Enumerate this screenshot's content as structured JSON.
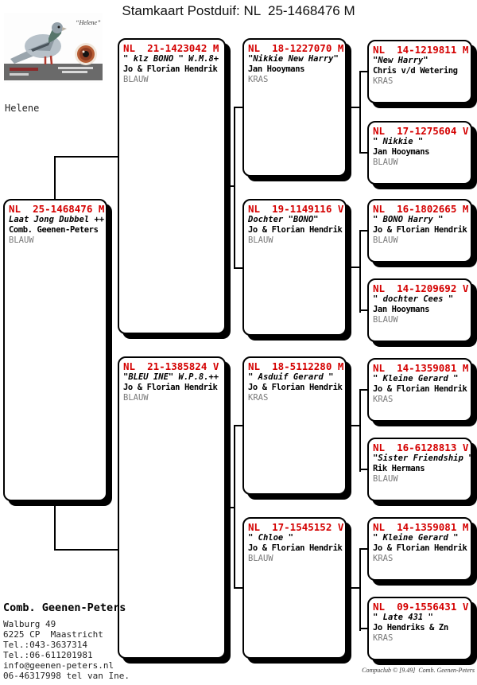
{
  "title": "Stamkaart Postduif: NL  25-1468476 M",
  "photo": {
    "caption": "“Helene”",
    "label": "Helene"
  },
  "subject": {
    "ring": "NL  25-1468476 M",
    "name": "Laat Jong Dubbel ++",
    "owner": "Comb. Geenen-Peters",
    "color": "BLAUW"
  },
  "parents": [
    {
      "ring": "NL  21-1423042 M",
      "name": "\" klz BONO \" W.M.8+",
      "owner": "Jo & Florian Hendrik",
      "color": "BLAUW"
    },
    {
      "ring": "NL  21-1385824 V",
      "name": "\"BLEU INE\" W.P.8.++",
      "owner": "Jo & Florian Hendrik",
      "color": "BLAUW"
    }
  ],
  "grandparents": [
    {
      "ring": "NL  18-1227070 M",
      "name": "\"Nikkie New Harry\"",
      "owner": "Jan Hooymans",
      "color": "KRAS"
    },
    {
      "ring": "NL  19-1149116 V",
      "name": "Dochter \"BONO\"",
      "owner": "Jo & Florian Hendrik",
      "color": "BLAUW"
    },
    {
      "ring": "NL  18-5112280 M",
      "name": "\" Asduif Gerard \"",
      "owner": "Jo & Florian Hendrik",
      "color": "KRAS"
    },
    {
      "ring": "NL  17-1545152 V",
      "name": "\" Chloe \"",
      "owner": "Jo & Florian Hendrik",
      "color": "BLAUW"
    }
  ],
  "great_grandparents": [
    {
      "ring": "NL  14-1219811 M",
      "name": "\"New Harry\"",
      "owner": "Chris v/d Wetering",
      "color": "KRAS"
    },
    {
      "ring": "NL  17-1275604 V",
      "name": "\" Nikkie \"",
      "owner": "Jan Hooymans",
      "color": "BLAUW"
    },
    {
      "ring": "NL  16-1802665 M",
      "name": "\" BONO Harry \"",
      "owner": "Jo & Florian Hendrik",
      "color": "BLAUW"
    },
    {
      "ring": "NL  14-1209692 V",
      "name": "\" dochter Cees \"",
      "owner": "Jan Hooymans",
      "color": "BLAUW"
    },
    {
      "ring": "NL  14-1359081 M",
      "name": "\" Kleine Gerard \"",
      "owner": "Jo & Florian Hendrik",
      "color": "KRAS"
    },
    {
      "ring": "NL  16-6128813 V",
      "name": "\"Sister Friendship \"",
      "owner": "Rik Hermans",
      "color": "BLAUW"
    },
    {
      "ring": "NL  14-1359081 M",
      "name": "\" Kleine Gerard \"",
      "owner": "Jo & Florian Hendrik",
      "color": "KRAS"
    },
    {
      "ring": "NL  09-1556431 V",
      "name": "\" Late 431 \"",
      "owner": "Jo Hendriks & Zn",
      "color": "KRAS"
    }
  ],
  "contact": {
    "name": "Comb. Geenen-Peters",
    "lines": [
      "Walburg 49",
      "6225 CP  Maastricht",
      "Tel.:043-3637314",
      "Tel.:06-611201981",
      "info@geenen-peters.nl",
      "06-46317998 tel van Ine."
    ]
  },
  "footer": "Compuclub © [9.49]  Comb. Geenen-Peters",
  "colors": {
    "ring_red": "#d40000",
    "muted_gray": "#7a7a7a",
    "line_black": "#000000"
  }
}
